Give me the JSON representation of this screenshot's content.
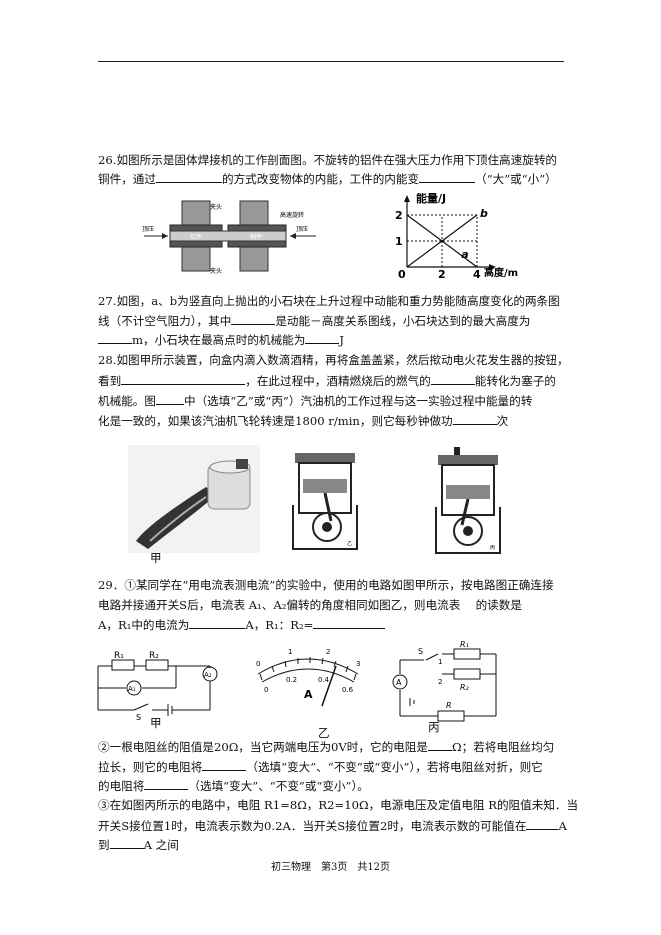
{
  "q26": {
    "line1": "26.如图所示是固体焊接机的工作剖面图。不旋转的铝件在强大压力作用下顶住高速旋转的",
    "line2a": "铜件，通过",
    "line2b": "的方式改变物体的内能，工件的内能变",
    "line2c": "（“大”或“小”）",
    "fig_labels": {
      "jiaju_top": "夹头",
      "jiaju_bottom": "夹头",
      "lvjian": "铝件",
      "tongjian": "铜件",
      "dingya_left": "顶压",
      "dingya_right": "顶压",
      "gaosu": "高速旋转"
    }
  },
  "chart_data": {
    "type": "line",
    "ylabel": "能量/J",
    "xlabel": "高度/m",
    "x_ticks": [
      "0",
      "2",
      "4"
    ],
    "y_ticks": [
      "1",
      "2"
    ],
    "series": [
      {
        "name": "a",
        "x": [
          0,
          4
        ],
        "y": [
          2,
          0
        ]
      },
      {
        "name": "b",
        "x": [
          0,
          4
        ],
        "y": [
          0,
          2
        ]
      }
    ],
    "xlim": [
      0,
      4
    ],
    "ylim": [
      0,
      2
    ]
  },
  "q27": {
    "line1": "27.如图，a、b为竖直向上抛出的小石块在上升过程中动能和重力势能随高度变化的两条图",
    "line2a": "线（不计空气阻力），其中",
    "line2b": "是动能－高度关系图线，小石块达到的最大高度为",
    "line3a": "m，小石块在最高点时的机械能为",
    "line3b": "J"
  },
  "q28": {
    "line1": "28.如图甲所示装置，向盒内滴入数滴酒精，再将盒盖盖紧，然后揿动电火花发生器的按钮，",
    "line2a": "看到",
    "line2b": "，在此过程中，酒精燃烧后的燃气的",
    "line2c": "能转化为塞子的",
    "line3a": "机械能。图",
    "line3b": "中（选填“乙”或“丙”）汽油机的工作过程与这一实验过程中能量的转",
    "line4a": "化是一致的，如果该汽油机飞轮转速是1800 r/min，则它每秒钟做功",
    "line4b": "次",
    "label_jia": "甲",
    "label_yi": "乙",
    "label_bing": "丙"
  },
  "q29": {
    "line1": "29．①某同学在“用电流表测电流”的实验中，使用的电路如图甲所示，按电路图正确连接",
    "line2": "电路并接通开关S后，电流表 A₁、A₂偏转的角度相同如图乙，则电流表　 的读数是",
    "line3a": "A，R₁中的电流为",
    "line3b": "A，R₁：R₂=",
    "fig": {
      "r1": "R₁",
      "r2": "R₂",
      "a1": "A₁",
      "a2": "A₂",
      "s": "S",
      "a": "A",
      "scale_top": [
        "0",
        "1",
        "2",
        "3"
      ],
      "scale_bottom": [
        "0",
        "0.2",
        "0.4",
        "0.6"
      ],
      "label_jia": "甲",
      "label_yi": "乙",
      "label_bing": "丙",
      "bing_s": "S",
      "bing_1": "1",
      "bing_2": "2",
      "bing_r": "R"
    },
    "p2_line1a": "②一根电阻丝的阻值是20Ω，当它两端电压为0V时，它的电阻是",
    "p2_line1b": "Ω；若将电阻丝均匀",
    "p2_line2a": "拉长，则它的电阻将",
    "p2_line2b": "（选填“变大”、“不变”或“变小”），若将电阻丝对折，则它",
    "p2_line3a": "的电阻将",
    "p2_line3b": "（选填“变大”、“不变”或“变小”）。",
    "p3_line1": "③在如图丙所示的电路中，电阻 R1=8Ω，R2=10Ω，电源电压及定值电阻 R的阻值未知．当",
    "p3_line2a": "开关S接位置1时，电流表示数为0.2A．当开关S接位置2时，电流表示数的可能值在",
    "p3_line2b": "A",
    "p3_line3a": "到",
    "p3_line3b": "A 之间"
  },
  "footer": "初三物理　第3页　共12页"
}
